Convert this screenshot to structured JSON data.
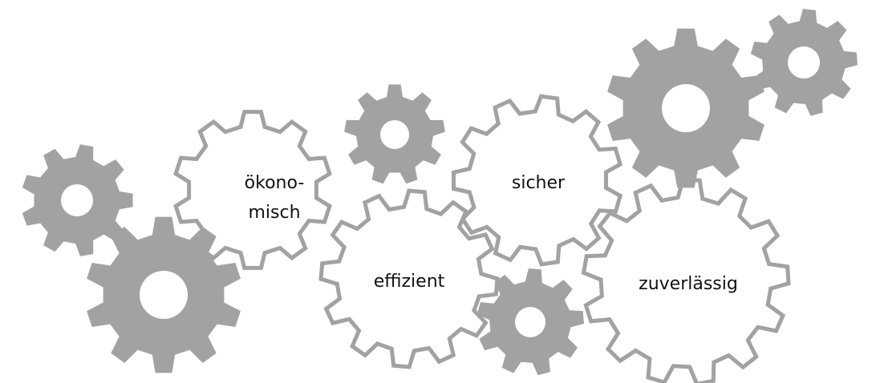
{
  "colors": {
    "gear": "#a2a2a0",
    "text": "#111111",
    "background": "#ffffff"
  },
  "gears": {
    "left_small": {
      "icon": "gear-icon"
    },
    "left_large": {
      "icon": "gear-icon"
    },
    "center_top": {
      "icon": "gear-icon"
    },
    "bottom_center": {
      "icon": "gear-icon"
    },
    "top_right_large": {
      "icon": "gear-icon"
    },
    "top_right_small": {
      "icon": "gear-icon"
    }
  },
  "labels": {
    "oekonomisch_line1": "ökono-",
    "oekonomisch_line2": "misch",
    "effizient": "effizient",
    "sicher": "sicher",
    "zuverlaessig": "zuverlässig"
  }
}
